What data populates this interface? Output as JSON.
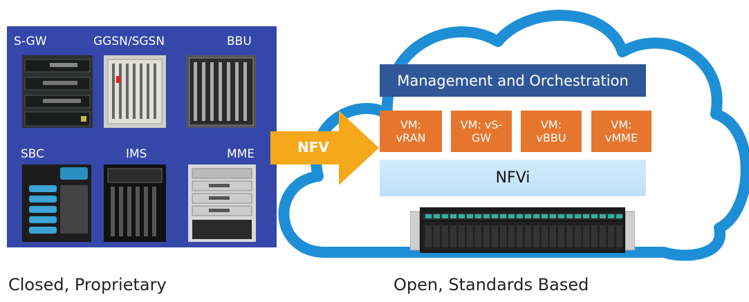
{
  "left_panel": {
    "devices": [
      {
        "label": "S-GW"
      },
      {
        "label": "GGSN/SGSN"
      },
      {
        "label": "BBU"
      },
      {
        "label": "SBC"
      },
      {
        "label": "IMS"
      },
      {
        "label": "MME"
      }
    ],
    "caption": "Closed, Proprietary",
    "color": "#3547a8"
  },
  "arrow": {
    "label": "NFV",
    "color": "#f5a81c"
  },
  "cloud": {
    "management": "Management and Orchestration",
    "vms": [
      {
        "label": "VM:\nvRAN"
      },
      {
        "label": "VM: vS-\nGW"
      },
      {
        "label": "VM:\nvBBU"
      },
      {
        "label": "VM:\nvMME"
      }
    ],
    "nfvi": "NFVi",
    "caption": "Open, Standards Based",
    "outline_color": "#1e8fd6"
  }
}
